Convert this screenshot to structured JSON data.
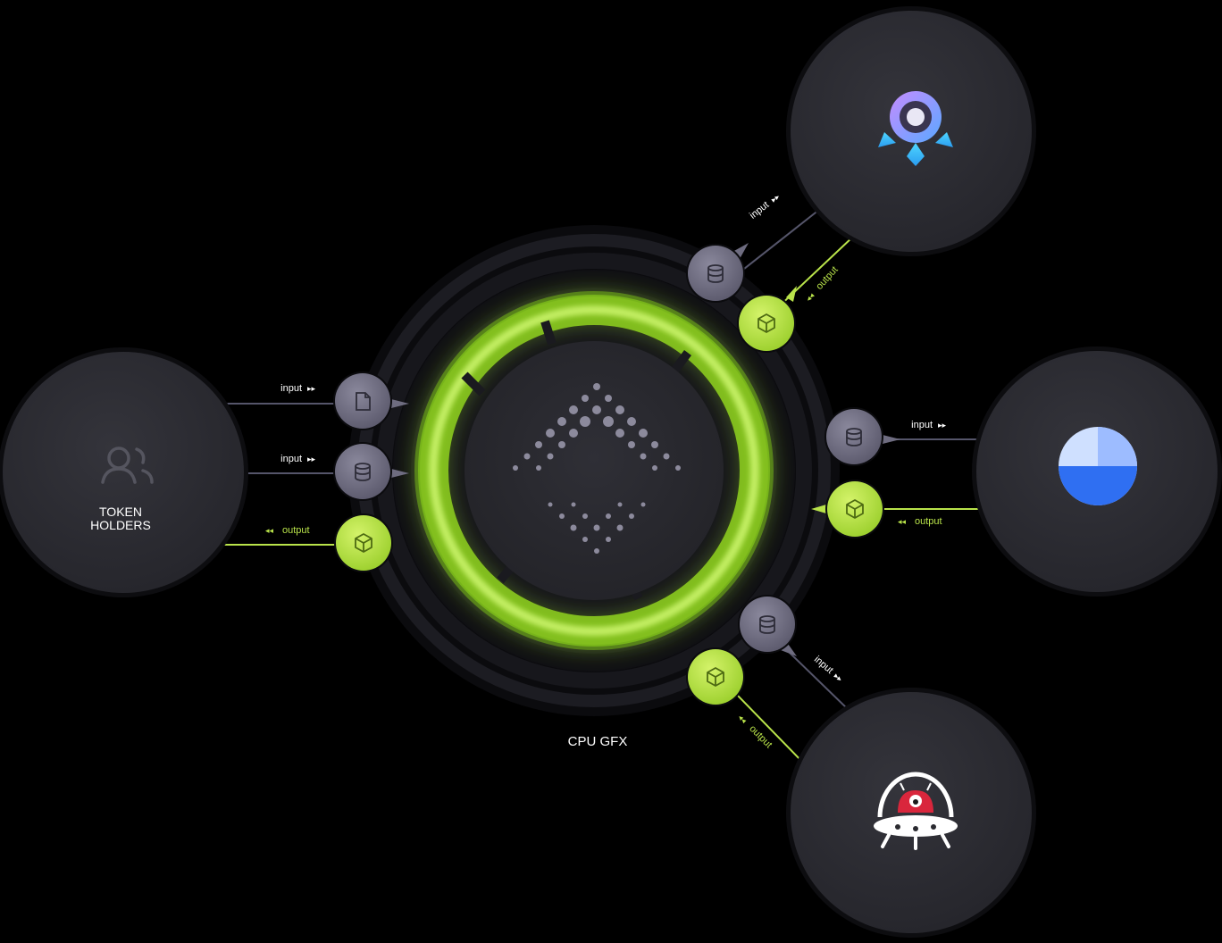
{
  "center": {
    "label": "CPU GFX"
  },
  "nodes": {
    "token_holders": {
      "line1": "TOKEN",
      "line2": "HOLDERS",
      "icon": "users-icon"
    },
    "rocket": {
      "icon": "rocket-icon"
    },
    "pie": {
      "icon": "pie-chart-icon"
    },
    "alien": {
      "icon": "alien-ufo-icon"
    }
  },
  "ports": {
    "input": "input",
    "output": "output"
  },
  "colors": {
    "background": "#000000",
    "node_fill": "#2a2a30",
    "input_port": "#6e6c80",
    "output_port": "#b9e34a",
    "glow": "#9be22d",
    "line_input": "#5d5d70",
    "line_output": "#b9e34a"
  }
}
